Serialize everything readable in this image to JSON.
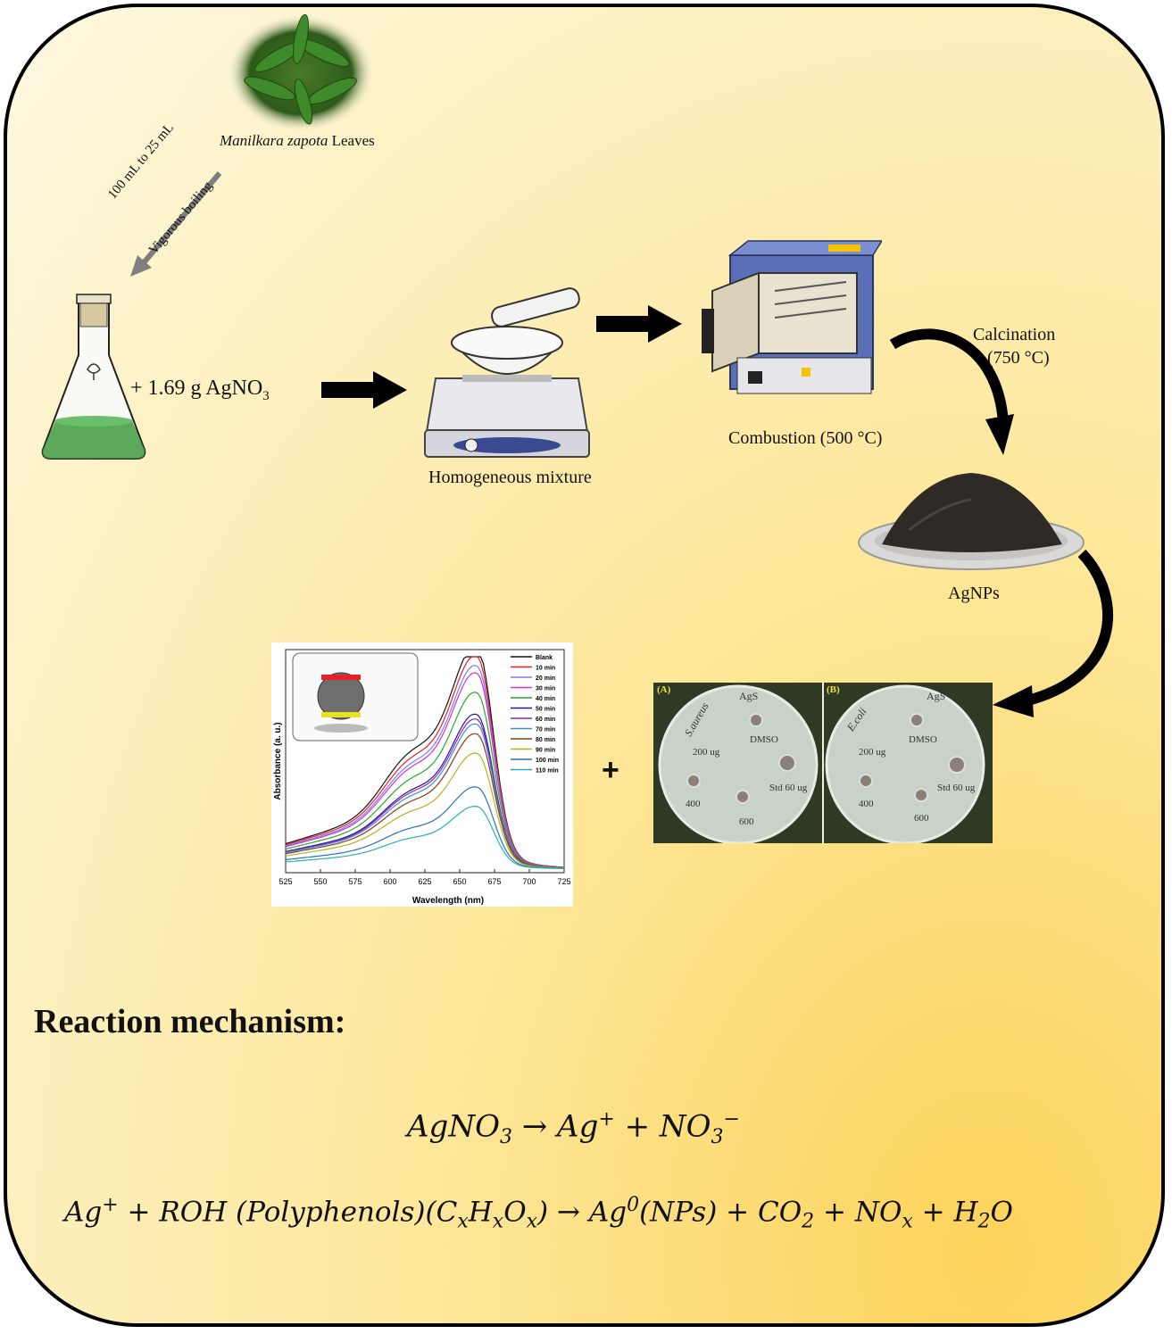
{
  "leaves": {
    "label_italic": "Manilkara zapota",
    "label_rest": " Leaves"
  },
  "boiling": {
    "line1": "100 mL to 25 mL",
    "line2": "Vigorous boiling"
  },
  "reagent": {
    "prefix": "+ 1.69 g AgNO",
    "subscript": "3"
  },
  "mixture_label": "Homogeneous mixture",
  "combustion_label": "Combustion (500 °C)",
  "calcination": {
    "line1": "Calcination",
    "line2": "(750 °C)"
  },
  "agnps_label": "AgNPs",
  "plus_sign": "+",
  "chart_data": {
    "type": "line",
    "xlabel": "Wavelength (nm)",
    "ylabel": "Absorbance (a. u.)",
    "xlim": [
      525,
      725
    ],
    "xticks": [
      "525",
      "550",
      "575",
      "600",
      "625",
      "650",
      "675",
      "700",
      "725"
    ],
    "legend_position": "top-right",
    "peak_x": 663,
    "shoulder_x": 618,
    "series": [
      {
        "name": "Blank",
        "color": "#111111",
        "peak": 0.92,
        "shoulder": 0.6
      },
      {
        "name": "10 min",
        "color": "#e8201e",
        "peak": 0.88,
        "shoulder": 0.56
      },
      {
        "name": "20 min",
        "color": "#7a7bff",
        "peak": 0.84,
        "shoulder": 0.53
      },
      {
        "name": "30 min",
        "color": "#d232d2",
        "peak": 0.81,
        "shoulder": 0.51
      },
      {
        "name": "40 min",
        "color": "#28a828",
        "peak": 0.73,
        "shoulder": 0.45
      },
      {
        "name": "50 min",
        "color": "#1a1a99",
        "peak": 0.64,
        "shoulder": 0.39
      },
      {
        "name": "60 min",
        "color": "#9a22b0",
        "peak": 0.62,
        "shoulder": 0.38
      },
      {
        "name": "70 min",
        "color": "#3a8fd8",
        "peak": 0.6,
        "shoulder": 0.36
      },
      {
        "name": "80 min",
        "color": "#8a3a12",
        "peak": 0.56,
        "shoulder": 0.33
      },
      {
        "name": "90 min",
        "color": "#b8b020",
        "peak": 0.48,
        "shoulder": 0.28
      },
      {
        "name": "100 min",
        "color": "#2a6fbf",
        "peak": 0.34,
        "shoulder": 0.2
      },
      {
        "name": "110 min",
        "color": "#2ab0b0",
        "peak": 0.26,
        "shoulder": 0.15
      }
    ]
  },
  "plates": {
    "a": {
      "tag": "(A)",
      "organism": "S.aureus",
      "sample": "AgS",
      "d1": "200 ug",
      "d2": "400",
      "d3": "600",
      "ctrl": "DMSO",
      "std1": "Std",
      "std2": "60 ug"
    },
    "b": {
      "tag": "(B)",
      "organism": "E.coli",
      "sample": "AgS",
      "d1": "200 ug",
      "d2": "400",
      "d3": "600",
      "ctrl": "DMSO",
      "std1": "Std",
      "std2": "60 ug"
    }
  },
  "mechanism": {
    "title": "Reaction mechanism:",
    "eq1": {
      "a": "AgNO",
      "a_sub": "3",
      "arrow": " → Ag",
      "sup1": "+",
      "b": " + NO",
      "b_sub": "3",
      "b_sup": "−"
    },
    "eq2": {
      "a": "Ag",
      "a_sup": "+",
      "b": " + ROH (Polyphenols)(C",
      "x1": "x",
      "c": "H",
      "x2": "x",
      "d": "O",
      "x3": "x",
      "e": ") → Ag",
      "e_sup": "0",
      "f": "(NPs) + CO",
      "f_sub": "2",
      "g": " + NO",
      "g_sub": "x",
      "h": " + H",
      "h_sub": "2",
      "i": "O"
    }
  },
  "colors": {
    "frame_border": "#000000",
    "bg_light": "#fef8e2",
    "bg_accent": "#fdd35a",
    "solution_green": "#3f9a3f",
    "furnace_blue": "#5a6fb8",
    "arrow_gray": "#7f7f7f"
  }
}
